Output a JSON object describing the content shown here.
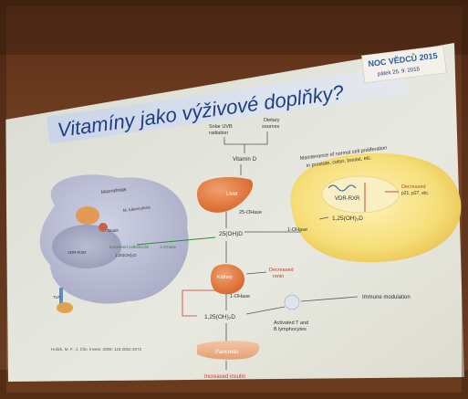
{
  "slide": {
    "title": "Vitamíny jako výživové doplňky?",
    "badge": {
      "name": "NOC VĚDCŮ 2015",
      "date": "pátek 25. 9. 2015"
    },
    "labels": {
      "solar_uvb": "Solar UVB",
      "radiation": "radiation",
      "dietary": "Dietary",
      "sources": "sources",
      "vitamin_d": "Vitamin D",
      "liver": "Liver",
      "ohase25": "25-OHase",
      "ohd25": "25(OH)D",
      "ohase1_right": "1-OHase",
      "ohd2_125_right": "1,25(OH)₂D",
      "vdr_rxr": "VDR-RXR",
      "maintenance_1": "Maintenance of normal cell proliferation",
      "maintenance_2": "in prostate, colon, breast, etc.",
      "decreased": "Decreased",
      "p21_p27": "p21, p27, etc.",
      "macrophage": "Macrophage",
      "m_tuberculosis": "M. tuberculosis",
      "death": "Death",
      "increased_cathelicidin": "Increased cathelicidin",
      "vdr_rxr_left": "VDR-RXR",
      "ohd_left": "1,25(OH)₂D",
      "ohase1_left": "1-OHase",
      "tlr": "TLR",
      "kidney": "Kidney",
      "decreased_renin_1": "Decreased",
      "decreased_renin_2": "renin",
      "ohase1_kidney": "1-OHase",
      "ohd_kidney": "1,25(OH)₂D",
      "activated_1": "Activated T and",
      "activated_2": "B lymphocytes",
      "immune": "Immune modulation",
      "pancreas": "Pancreas",
      "increased_insulin": "Increased insulin",
      "citation": "Holick, M. F., J. Clin. Invest. 2006; 116:2062-2072"
    }
  }
}
